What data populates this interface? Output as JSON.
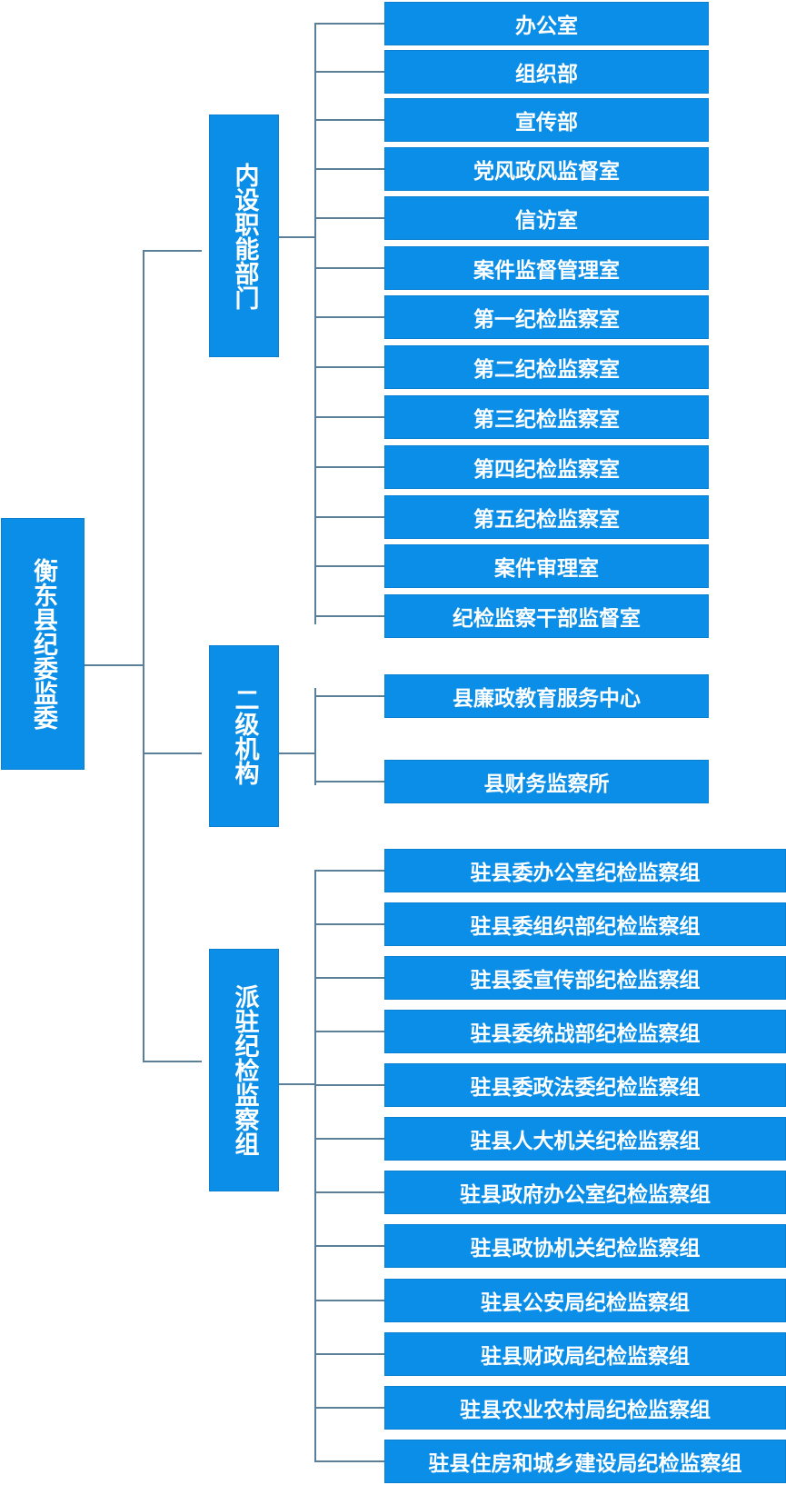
{
  "root": {
    "label": "衡东县纪委监委"
  },
  "branches": [
    {
      "label": "内设职能部门",
      "items": [
        "办公室",
        "组织部",
        "宣传部",
        "党风政风监督室",
        "信访室",
        "案件监督管理室",
        "第一纪检监察室",
        "第二纪检监察室",
        "第三纪检监察室",
        "第四纪检监察室",
        "第五纪检监察室",
        "案件审理室",
        "纪检监察干部监督室"
      ]
    },
    {
      "label": "二级机构",
      "items": [
        "县廉政教育服务中心",
        "县财务监察所"
      ]
    },
    {
      "label": "派驻纪检监察组",
      "items": [
        "驻县委办公室纪检监察组",
        "驻县委组织部纪检监察组",
        "驻县委宣传部纪检监察组",
        "驻县委统战部纪检监察组",
        "驻县委政法委纪检监察组",
        "驻县人大机关纪检监察组",
        "驻县政府办公室纪检监察组",
        "驻县政协机关纪检监察组",
        "驻县公安局纪检监察组",
        "驻县财政局纪检监察组",
        "驻县农业农村局纪检监察组",
        "驻县住房和城乡建设局纪检监察组"
      ]
    }
  ],
  "colors": {
    "box": "#0a8ee8",
    "text": "#ffffff",
    "line": "#5b7f99"
  }
}
